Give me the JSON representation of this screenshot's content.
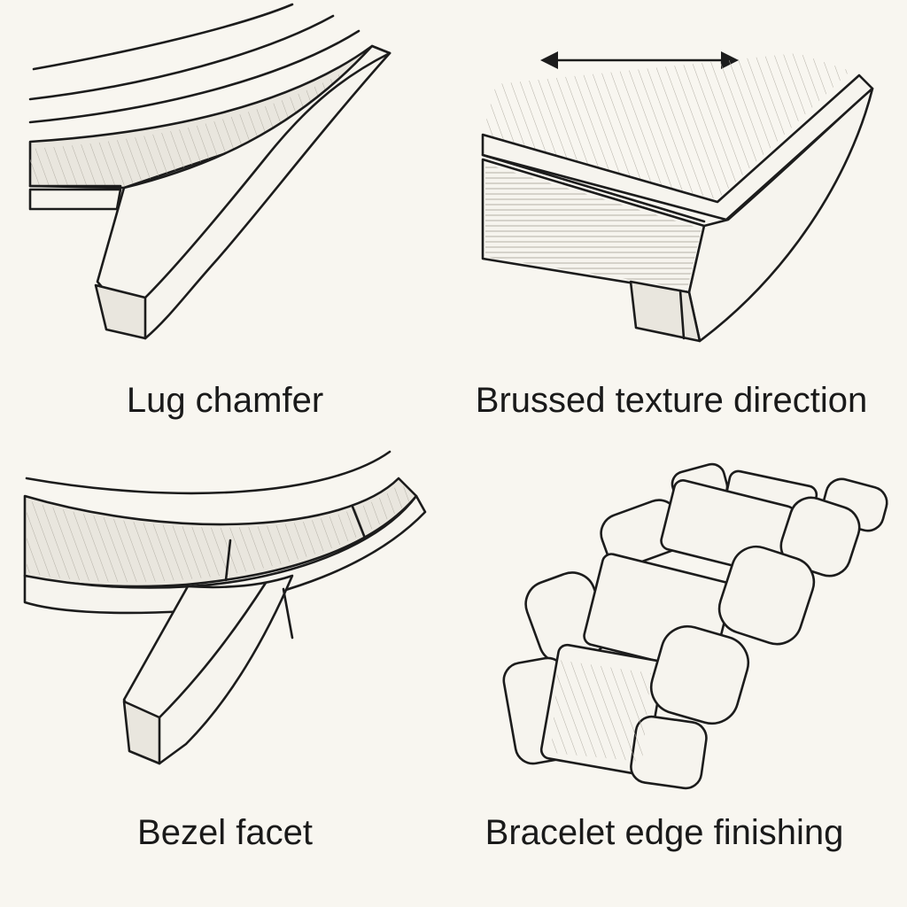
{
  "panels": [
    {
      "id": "lug",
      "label": "Lug chamfer",
      "icon": "lug-chamfer-illustration"
    },
    {
      "id": "brushed",
      "label": "Brussed texture direction",
      "icon": "brushed-texture-illustration"
    },
    {
      "id": "bezel",
      "label": "Bezel facet",
      "icon": "bezel-facet-illustration"
    },
    {
      "id": "bracelet",
      "label": "Bracelet edge finishing",
      "icon": "bracelet-links-illustration"
    }
  ],
  "colors": {
    "background": "#f8f6f0",
    "ink": "#1c1c1c",
    "text": "#1a1a1a"
  }
}
